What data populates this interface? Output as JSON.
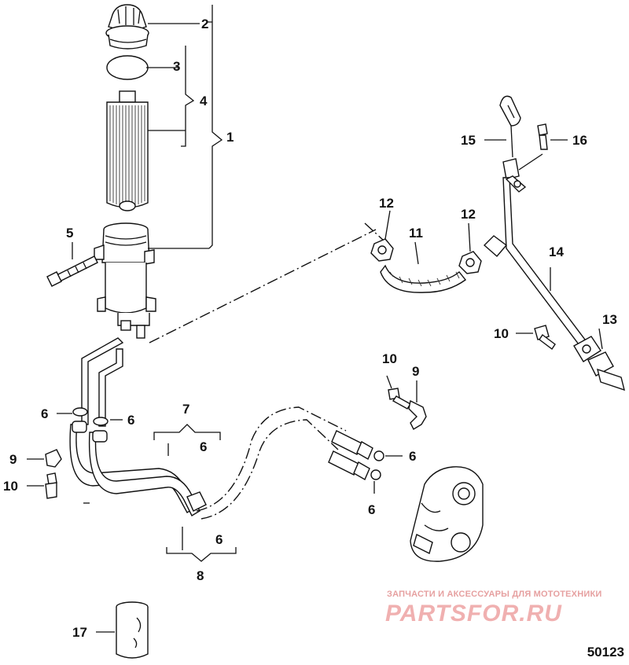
{
  "diagram": {
    "reference_number": "50123",
    "callouts": {
      "c1": "1",
      "c2": "2",
      "c3": "3",
      "c4": "4",
      "c5": "5",
      "c6a": "6",
      "c6b": "6",
      "c6c": "6",
      "c6d": "6",
      "c6e": "6",
      "c6f": "6",
      "c7": "7",
      "c8": "8",
      "c9a": "9",
      "c9b": "9",
      "c10a": "10",
      "c10b": "10",
      "c10c": "10",
      "c11": "11",
      "c12a": "12",
      "c12b": "12",
      "c13": "13",
      "c14": "14",
      "c15": "15",
      "c16": "16",
      "c17": "17"
    }
  },
  "watermark": {
    "tagline": "ЗАПЧАСТИ И АКСЕССУАРЫ ДЛЯ МОТОТЕХНИКИ",
    "logo": "PARTSFOR.RU"
  }
}
